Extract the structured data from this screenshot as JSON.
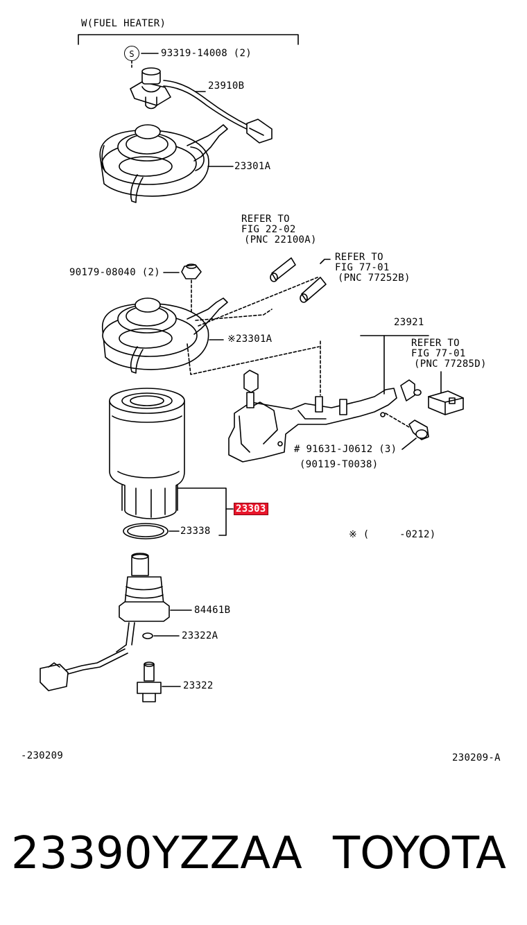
{
  "header_variant": "W(FUEL HEATER)",
  "screw_symbol": "S",
  "parts": {
    "screw_top": "93319-14008 (2)",
    "sensor_23910b": "23910B",
    "housing_upper": "23301A",
    "refer_a": [
      "REFER TO",
      "FIG 22-02",
      "(PNC 22100A)"
    ],
    "refer_b": [
      "REFER TO",
      "FIG 77-01",
      "(PNC 77252B)"
    ],
    "nut": "90179-08040 (2)",
    "housing_lower": "※23301A",
    "bracket": "23921",
    "refer_c": [
      "REFER TO",
      "FIG 77-01",
      "(PNC 77285D)"
    ],
    "bolt": "# 91631-J0612 (3)",
    "bolt_alt": "(90119-T0038)",
    "filter_element": "23303",
    "oring": "23338",
    "note": "※ (     -0212)",
    "heater": "84461B",
    "gasket": "23322A",
    "switch": "23322"
  },
  "footer": {
    "left_code": "-230209",
    "right_code": "230209-A"
  },
  "caption": {
    "part_number": "23390YZZAA",
    "brand": "TOYOTA"
  },
  "colors": {
    "highlight": "#e8162b",
    "ink": "#000000"
  }
}
